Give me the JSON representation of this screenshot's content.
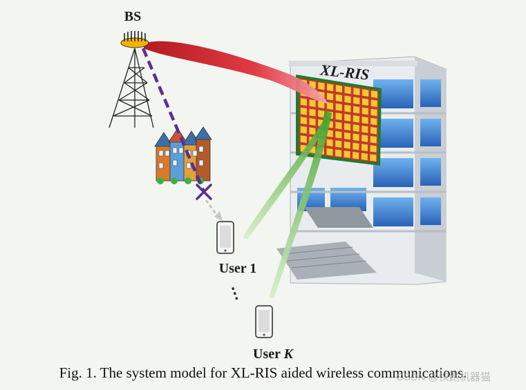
{
  "labels": {
    "bs": "BS",
    "ris": "XL-RIS",
    "user1": "User 1",
    "user_k_prefix": "User ",
    "user_k_suffix": "K",
    "dots": "⋮"
  },
  "caption": "Fig. 1.  The system model for XL-RIS aided wireless communications.",
  "watermark": "CSDN @快跑机器猫",
  "colors": {
    "beam_bs_to_ris": "#d41f2a",
    "beams_ris_to_users": "#6cc24a",
    "blocked_path": "#5a2d91",
    "ris_grid_cells": "#f5c830",
    "ris_grid_lines": "#c0392b",
    "ris_border": "#1f7a30",
    "building_glass": "#3c7fcf"
  }
}
